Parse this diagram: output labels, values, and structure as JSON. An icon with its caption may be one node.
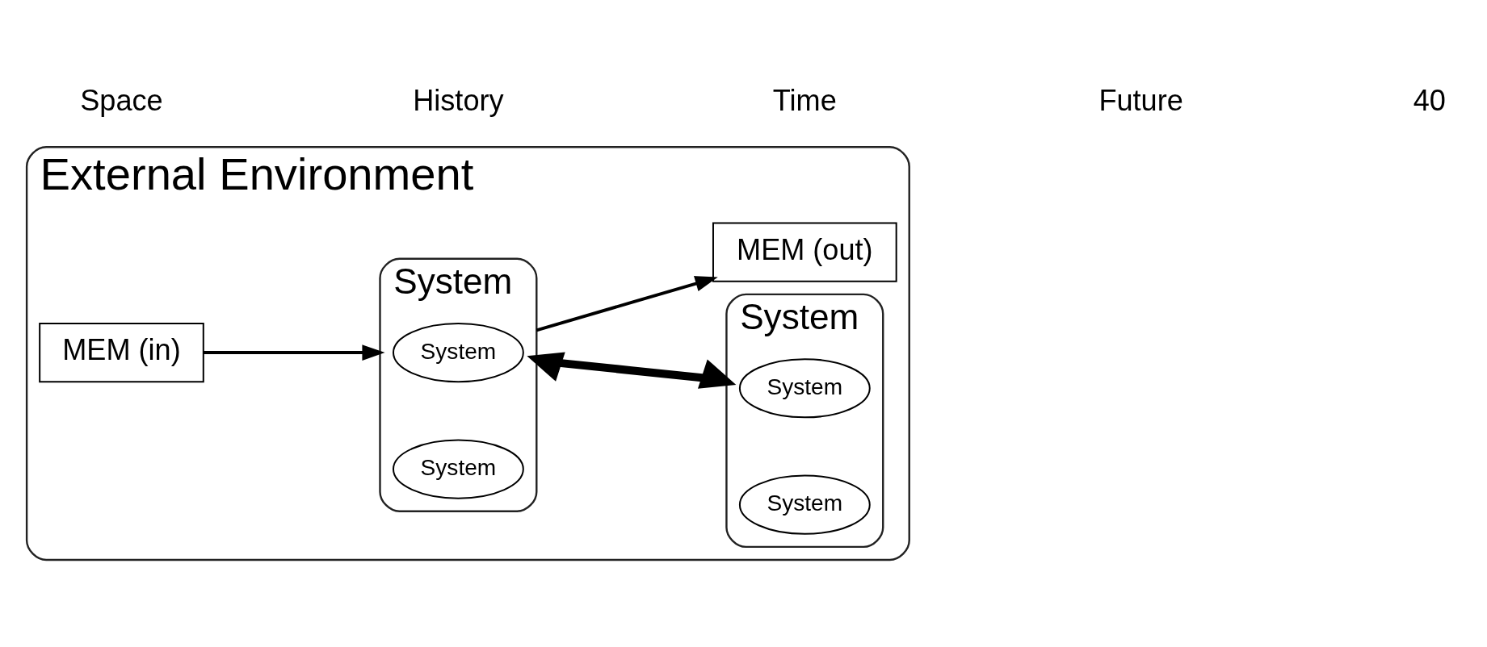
{
  "diagram": {
    "nodes": [
      {
        "text": [
          "External Environment"
        ]
      },
      {
        "text": [
          "MEM (in)"
        ],
        "in": 0
      },
      {
        "text": [
          "System"
        ],
        "in": 0
      },
      {
        "text": [
          "System"
        ],
        "in": 2
      },
      {
        "text": [
          "System"
        ],
        "in": 2
      },
      {
        "text": [
          "System"
        ],
        "in": 0
      },
      {
        "text": [
          "System"
        ],
        "in": 5
      },
      {
        "text": [
          "System"
        ],
        "in": 5
      },
      {
        "text": [
          "MEM (out)"
        ],
        "in": 0
      }
    ],
    "edges": [
      {
        "from": 1,
        "to": 2,
        "arrow": "to"
      },
      {
        "from": 2,
        "to": 5,
        "arrow": "both",
        "style": "thick"
      },
      {
        "from": 2,
        "to": 8,
        "arrow": "to"
      }
    ],
    "labels": [
      "Space",
      "History",
      "Time",
      "Future",
      "40"
    ]
  }
}
